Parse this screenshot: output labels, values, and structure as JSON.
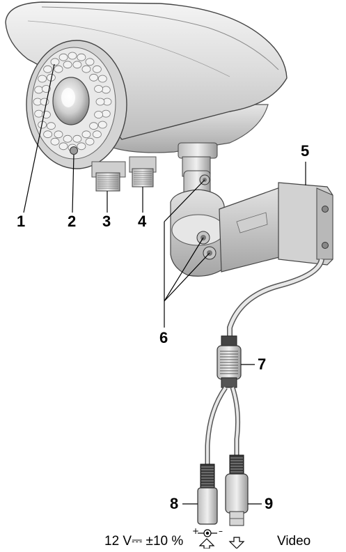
{
  "callouts": {
    "c1": "1",
    "c2": "2",
    "c3": "3",
    "c4": "4",
    "c5": "5",
    "c6": "6",
    "c7": "7",
    "c8": "8",
    "c9": "9"
  },
  "bottom": {
    "power_label": "12 V⎓ ±10 %",
    "video_label": "Video",
    "plus_sign": "+",
    "minus_sign": "–"
  },
  "icons": {
    "power_polarity": "center-positive-polarity-icon",
    "power_arrow": "arrow-up-icon",
    "video_arrow": "arrow-down-icon"
  }
}
